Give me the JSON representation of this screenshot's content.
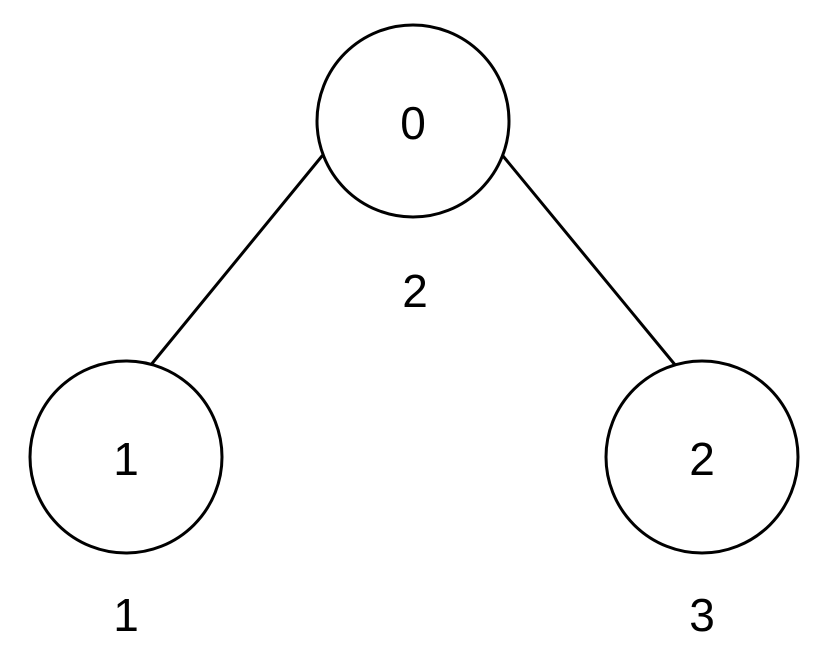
{
  "colors": {
    "stroke": "#000000",
    "background": "#ffffff"
  },
  "nodes": [
    {
      "id": "0",
      "label": "0",
      "value": "2"
    },
    {
      "id": "1",
      "label": "1",
      "value": "1"
    },
    {
      "id": "2",
      "label": "2",
      "value": "3"
    }
  ],
  "edges": [
    {
      "from": "0",
      "to": "1"
    },
    {
      "from": "0",
      "to": "2"
    }
  ]
}
